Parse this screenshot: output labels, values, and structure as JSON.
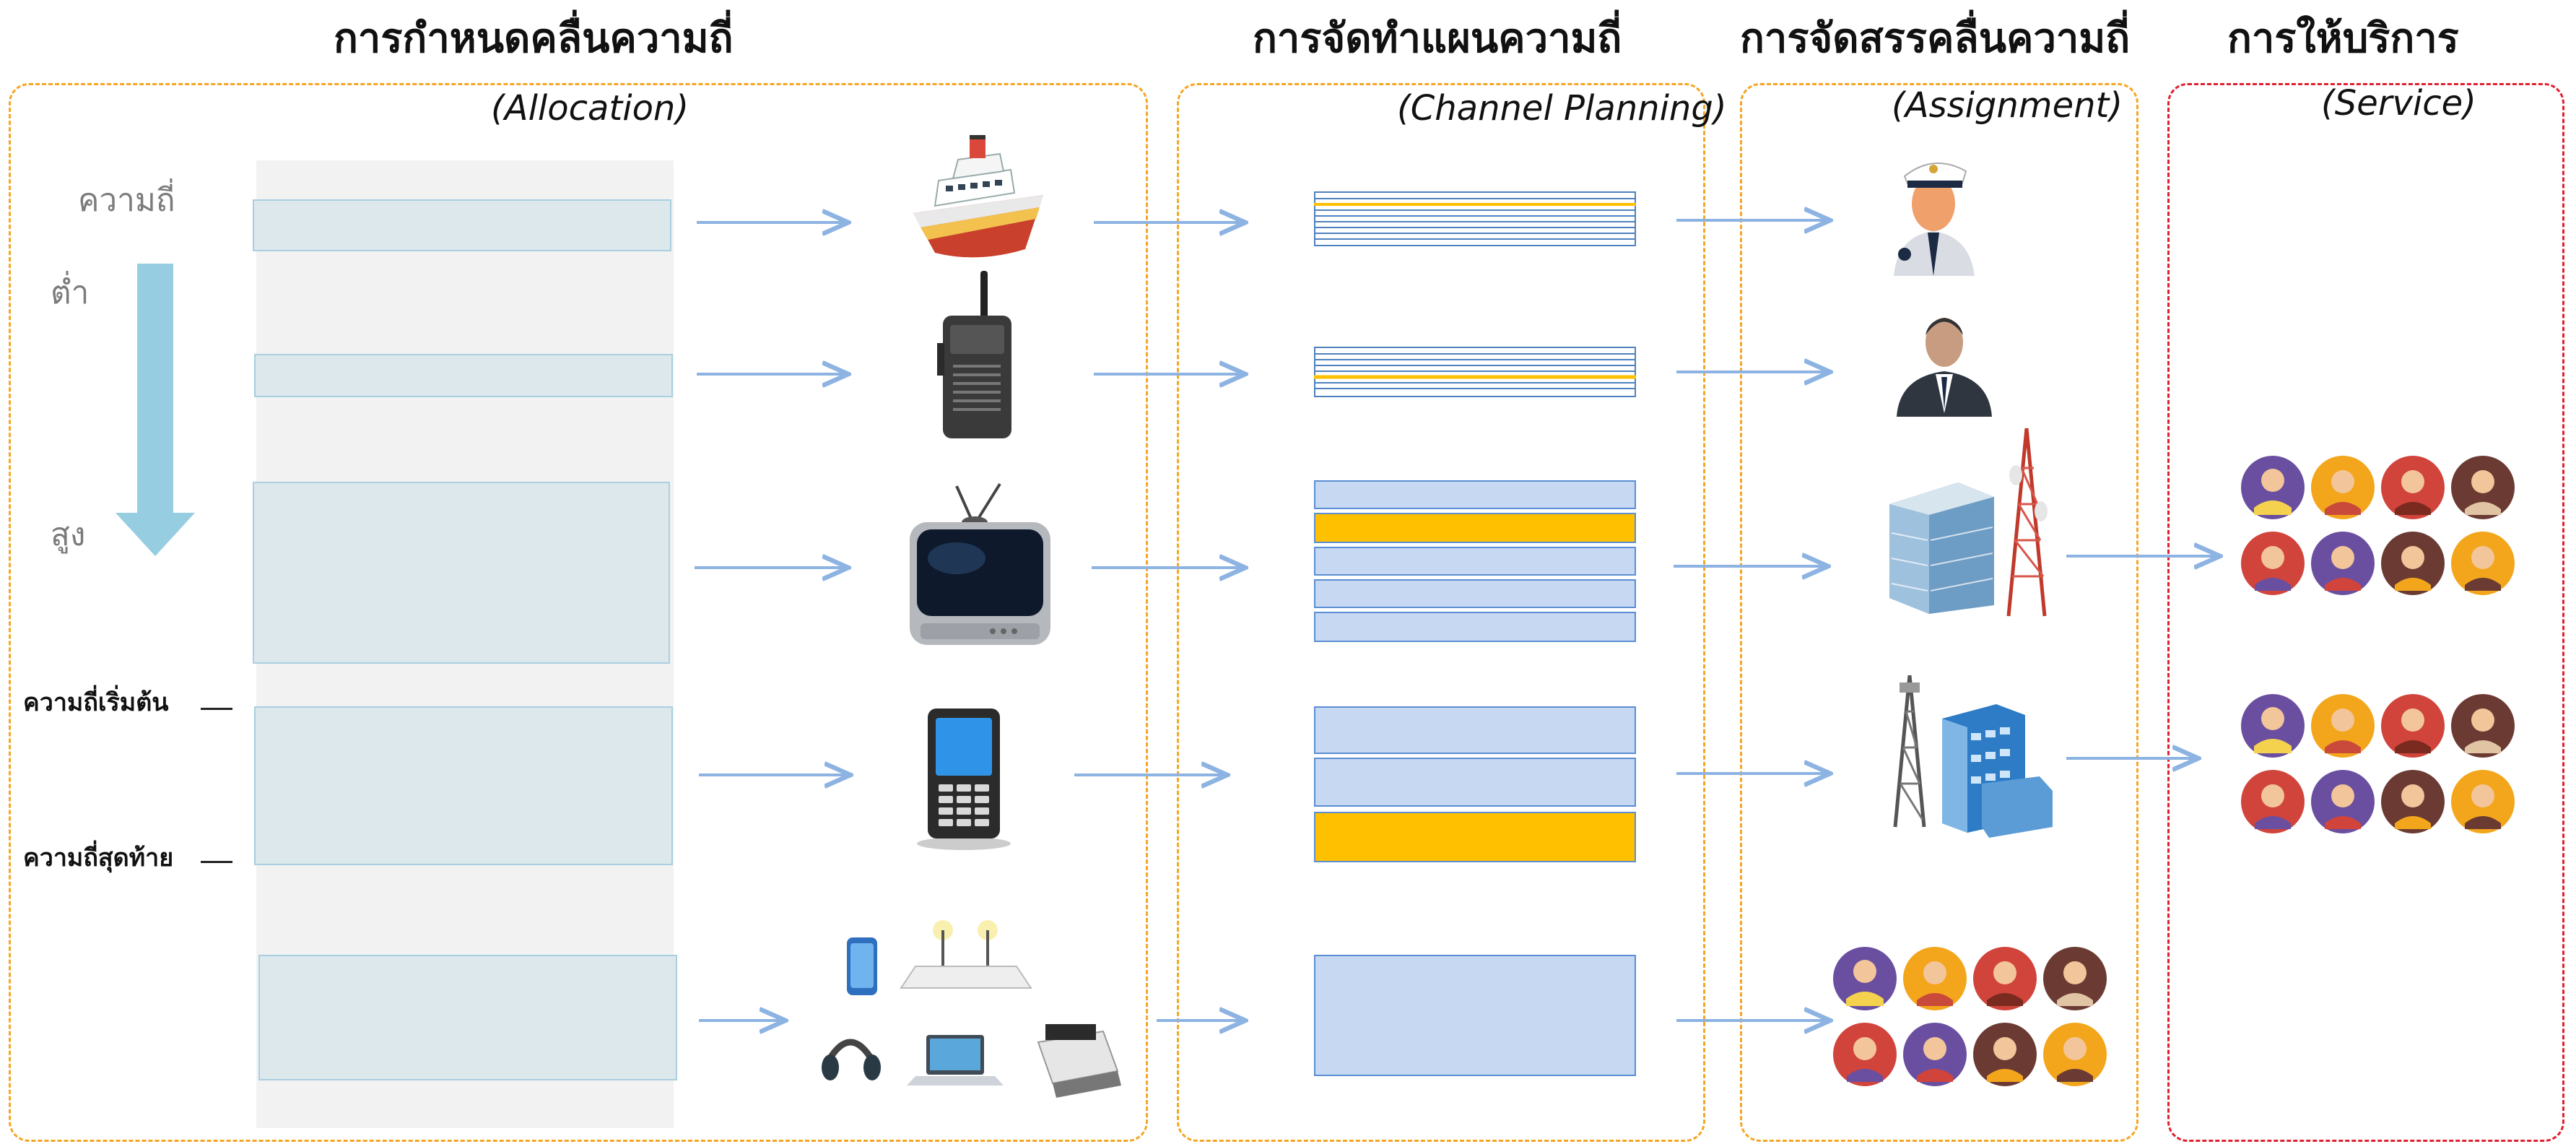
{
  "headings": {
    "allocation": "การกำหนดคลื่นความถี่",
    "planning": "การจัดทำแผนความถี่",
    "assignment": "การจัดสรรคลื่นความถี่",
    "service": "การให้บริการ"
  },
  "subheadings": {
    "allocation": "(Allocation)",
    "planning": "(Channel Planning)",
    "assignment": "(Assignment)",
    "service": "(Service)"
  },
  "axis": {
    "title": "ความถี่",
    "low": "ต่ำ",
    "high": "สูง",
    "start_label": "ความถี่เริ่มต้น",
    "end_label": "ความถี่สุดท้าย"
  },
  "icons": {
    "devices": [
      "ship-icon",
      "walkie-talkie-icon",
      "television-icon",
      "mobile-phone-icon",
      "wireless-devices-icon"
    ],
    "assignees": [
      "ship-captain-icon",
      "businessman-icon",
      "broadcast-building-tower-icon",
      "telecom-building-tower-icon",
      "user-group-icon"
    ],
    "service": [
      "user-group-icon",
      "user-group-icon"
    ]
  },
  "colors": {
    "allocation_border": "#f5a623",
    "service_border": "#e0202e",
    "arrow": "#8db3e2",
    "channel_fill": "#c7d9f2",
    "channel_highlight": "#ffc000"
  }
}
